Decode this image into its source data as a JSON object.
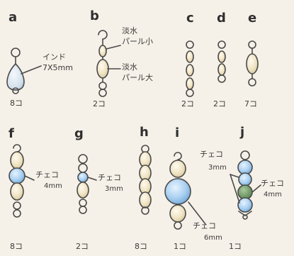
{
  "panels": {
    "a": {
      "label": "a",
      "count": "8コ",
      "note_line1": "インド",
      "note_line2": "7X5mm"
    },
    "b": {
      "label": "b",
      "count": "2コ",
      "note1_line1": "淡水",
      "note1_line2": "パール小",
      "note2_line1": "淡水",
      "note2_line2": "パール大"
    },
    "c": {
      "label": "c",
      "count": "2コ"
    },
    "d": {
      "label": "d",
      "count": "2コ"
    },
    "e": {
      "label": "e",
      "count": "7コ"
    },
    "f": {
      "label": "f",
      "count": "8コ",
      "note_line1": "チェコ",
      "note_line2": "4mm"
    },
    "g": {
      "label": "g",
      "count": "2コ",
      "note_line1": "チェコ",
      "note_line2": "3mm"
    },
    "h": {
      "label": "h",
      "count": "8コ"
    },
    "i": {
      "label": "i",
      "count": "1コ",
      "note_line1": "チェコ",
      "note_line2": "6mm"
    },
    "j": {
      "label": "j",
      "count": "1コ",
      "note1_line1": "チェコ",
      "note1_line2": "3mm",
      "note2_line1": "チェコ",
      "note2_line2": "4mm"
    }
  },
  "colors": {
    "pearl": "#efe4c4",
    "crystal_blue": "#a9cff0",
    "crystal_green": "#6f9a63",
    "wire": "#4a4a4a"
  }
}
